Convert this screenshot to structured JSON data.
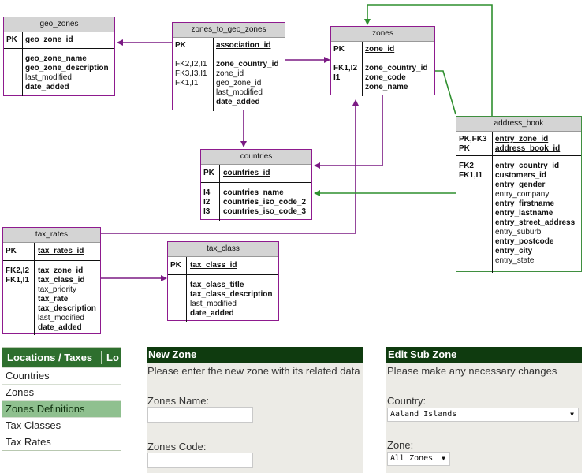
{
  "diagram": {
    "geo_zones": {
      "title": "geo_zones",
      "pk_key": "PK",
      "pk_field": "geo_zone_id",
      "keys": [],
      "fields": [
        {
          "t": "geo_zone_name",
          "b": true
        },
        {
          "t": "geo_zone_description",
          "b": true
        },
        {
          "t": "last_modified",
          "b": false
        },
        {
          "t": "date_added",
          "b": true
        }
      ]
    },
    "zones_to_geo_zones": {
      "title": "zones_to_geo_zones",
      "pk_key": "PK",
      "pk_field": "association_id",
      "keys": [
        "FK2,I2,I1",
        "FK3,I3,I1",
        "FK1,I1"
      ],
      "fields": [
        {
          "t": "zone_country_id",
          "b": true
        },
        {
          "t": "zone_id",
          "b": false
        },
        {
          "t": "geo_zone_id",
          "b": false
        },
        {
          "t": "last_modified",
          "b": false
        },
        {
          "t": "date_added",
          "b": true
        }
      ]
    },
    "zones": {
      "title": "zones",
      "pk_key": "PK",
      "pk_field": "zone_id",
      "keys": [
        "FK1,I2",
        "I1"
      ],
      "fields": [
        {
          "t": "zone_country_id",
          "b": true
        },
        {
          "t": "zone_code",
          "b": true
        },
        {
          "t": "zone_name",
          "b": true
        }
      ]
    },
    "countries": {
      "title": "countries",
      "pk_key": "PK",
      "pk_field": "countries_id",
      "keys": [
        "I4",
        "I2",
        "I3"
      ],
      "fields": [
        {
          "t": "countries_name",
          "b": true
        },
        {
          "t": "countries_iso_code_2",
          "b": true
        },
        {
          "t": "countries_iso_code_3",
          "b": true
        }
      ]
    },
    "address_book": {
      "title": "address_book",
      "pk_keys": [
        "PK,FK3",
        "PK"
      ],
      "pk_fields": [
        "entry_zone_id",
        "address_book_id"
      ],
      "keys": [
        "FK2",
        "FK1,I1"
      ],
      "fields": [
        {
          "t": "entry_country_id",
          "b": true
        },
        {
          "t": "customers_id",
          "b": true
        },
        {
          "t": "entry_gender",
          "b": true
        },
        {
          "t": "entry_company",
          "b": false
        },
        {
          "t": "entry_firstname",
          "b": true
        },
        {
          "t": "entry_lastname",
          "b": true
        },
        {
          "t": "entry_street_address",
          "b": true
        },
        {
          "t": "entry_suburb",
          "b": false
        },
        {
          "t": "entry_postcode",
          "b": true
        },
        {
          "t": "entry_city",
          "b": true
        },
        {
          "t": "entry_state",
          "b": false
        }
      ]
    },
    "tax_rates": {
      "title": "tax_rates",
      "pk_key": "PK",
      "pk_field": "tax_rates_id",
      "keys": [
        "FK2,I2",
        "FK1,I1"
      ],
      "fields": [
        {
          "t": "tax_zone_id",
          "b": true
        },
        {
          "t": "tax_class_id",
          "b": true
        },
        {
          "t": "tax_priority",
          "b": false
        },
        {
          "t": "tax_rate",
          "b": true
        },
        {
          "t": "tax_description",
          "b": true
        },
        {
          "t": "last_modified",
          "b": false
        },
        {
          "t": "date_added",
          "b": true
        }
      ]
    },
    "tax_class": {
      "title": "tax_class",
      "pk_key": "PK",
      "pk_field": "tax_class_id",
      "keys": [],
      "fields": [
        {
          "t": "tax_class_title",
          "b": true
        },
        {
          "t": "tax_class_description",
          "b": true
        },
        {
          "t": "last_modified",
          "b": false
        },
        {
          "t": "date_added",
          "b": true
        }
      ]
    }
  },
  "colors": {
    "relation": "#7b1a84",
    "relation_green": "#2f8f2f",
    "panel_header": "#0f3b0f",
    "menu_header": "#2e6f2e",
    "menu_selected": "#8fc08f"
  },
  "menu": {
    "header": "Locations / Taxes",
    "header_next": "Lo",
    "items": [
      {
        "label": "Countries",
        "selected": false
      },
      {
        "label": "Zones",
        "selected": false
      },
      {
        "label": "Zones Definitions",
        "selected": true
      },
      {
        "label": "Tax Classes",
        "selected": false
      },
      {
        "label": "Tax Rates",
        "selected": false
      }
    ]
  },
  "new_zone": {
    "title": "New Zone",
    "intro": "Please enter the new zone with its related data",
    "name_label": "Zones Name:",
    "name_value": "",
    "code_label": "Zones Code:",
    "code_value": ""
  },
  "edit_sub_zone": {
    "title": "Edit Sub Zone",
    "intro": "Please make any necessary changes",
    "country_label": "Country:",
    "country_value": "Aaland Islands",
    "zone_label": "Zone:",
    "zone_value": "All Zones"
  }
}
